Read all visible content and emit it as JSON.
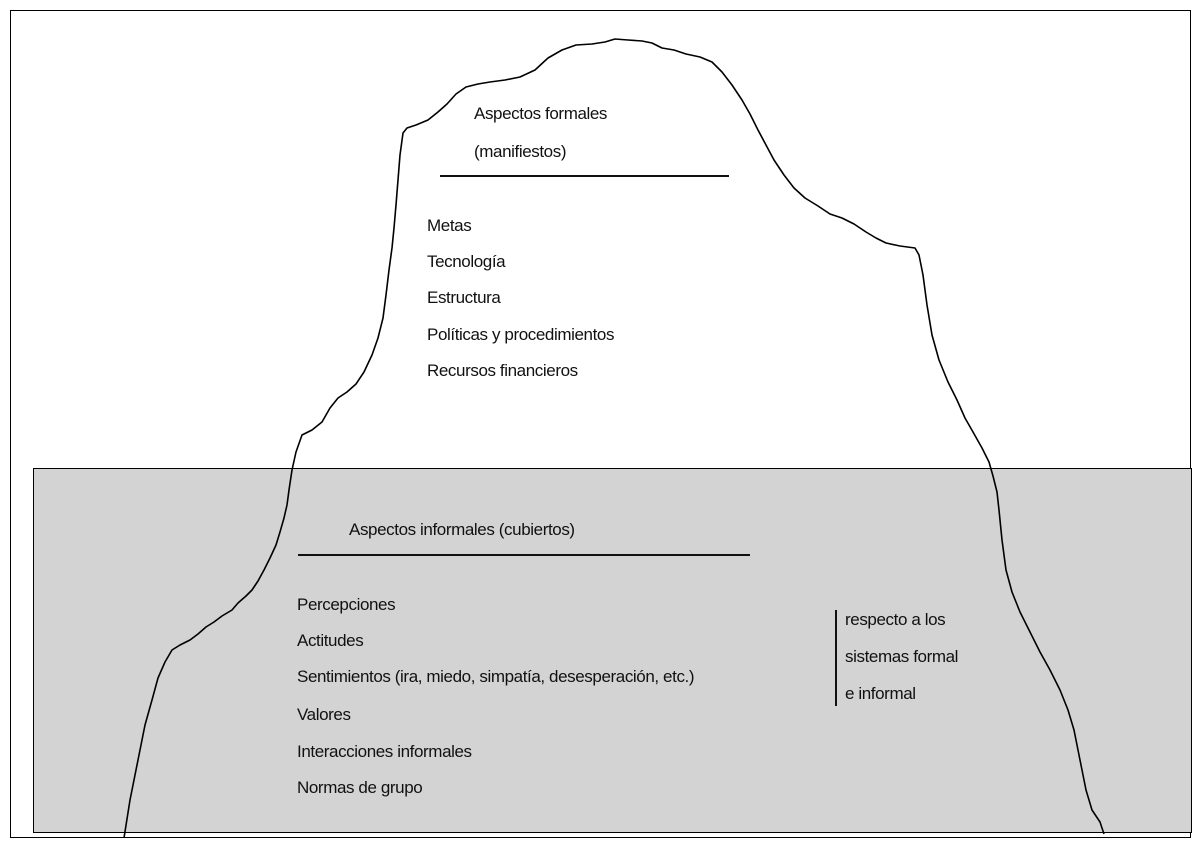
{
  "formal": {
    "title_line1": "Aspectos  formales",
    "title_line2": "(manifiestos)",
    "items": [
      "Metas",
      "Tecnología",
      "Estructura",
      "Políticas y procedimientos",
      "Recursos financieros"
    ]
  },
  "informal": {
    "title": "Aspectos informales (cubiertos)",
    "items": [
      "Percepciones",
      "Actitudes",
      "Sentimientos (ira, miedo, simpatía, desesperación, etc.)",
      "Valores",
      "Interacciones informales",
      "Normas de grupo"
    ],
    "note_lines": [
      "respecto a los",
      "sistemas formal",
      "e informal"
    ]
  },
  "colors": {
    "water": "#d3d3d3",
    "line": "#111111",
    "background": "#ffffff"
  }
}
